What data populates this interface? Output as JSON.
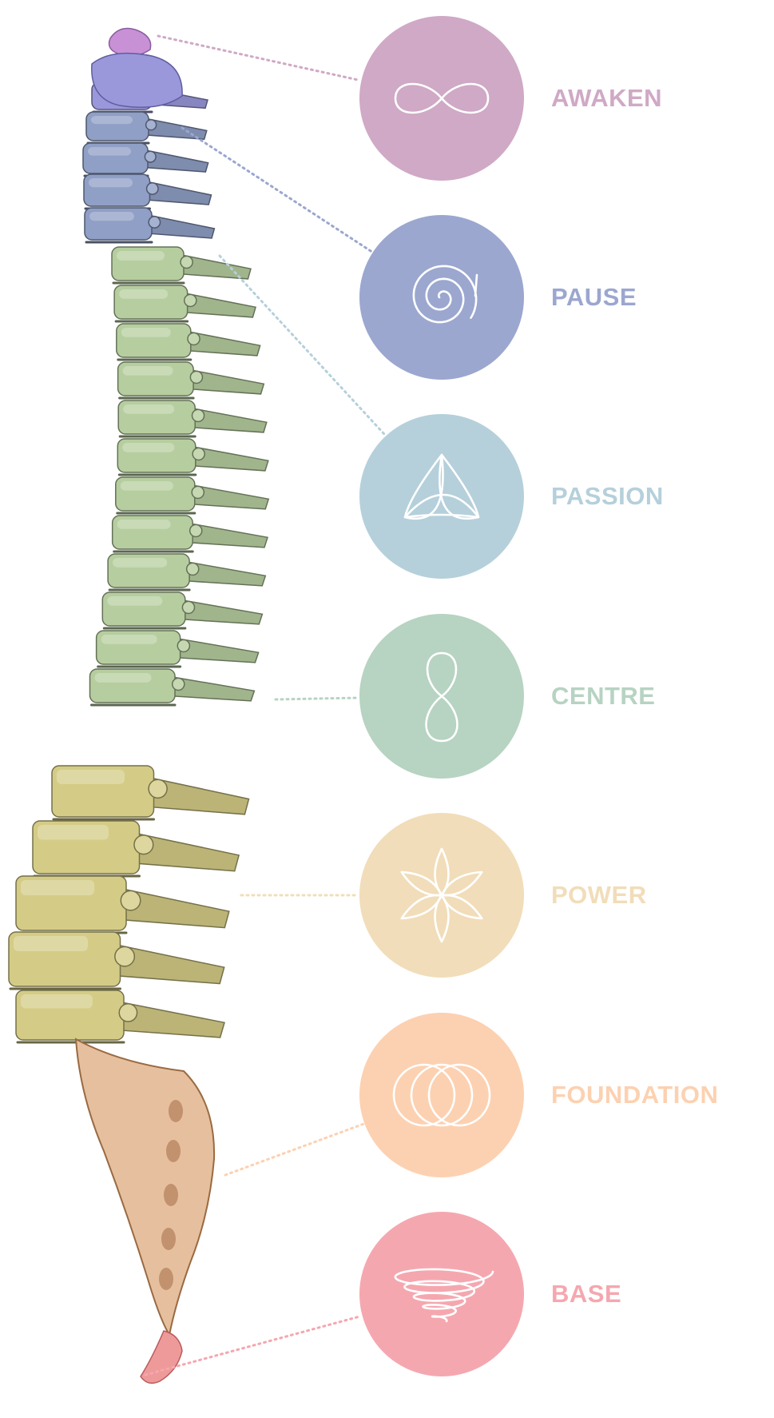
{
  "chakras": [
    {
      "label": "AWAKEN",
      "color": "#CFA9C5",
      "spine_color": "#9A98DA",
      "icon": "infinity-icon"
    },
    {
      "label": "PAUSE",
      "color": "#9BA7CF",
      "spine_color": "#8F9FC6",
      "icon": "spiral-icon"
    },
    {
      "label": "PASSION",
      "color": "#B5D0DB",
      "spine_color": "#A9C3CF",
      "icon": "triquetra-icon"
    },
    {
      "label": "CENTRE",
      "color": "#B7D3C2",
      "spine_color": "#B6CE9F",
      "icon": "figure-eight-icon"
    },
    {
      "label": "POWER",
      "color": "#F1DDB9",
      "spine_color": "#D4CC86",
      "icon": "flower-icon"
    },
    {
      "label": "FOUNDATION",
      "color": "#FCD1B1",
      "spine_color": "#E6C09E",
      "icon": "rings-icon"
    },
    {
      "label": "BASE",
      "color": "#F5A7AF",
      "spine_color": "#EE9A9A",
      "icon": "vortex-icon"
    }
  ]
}
